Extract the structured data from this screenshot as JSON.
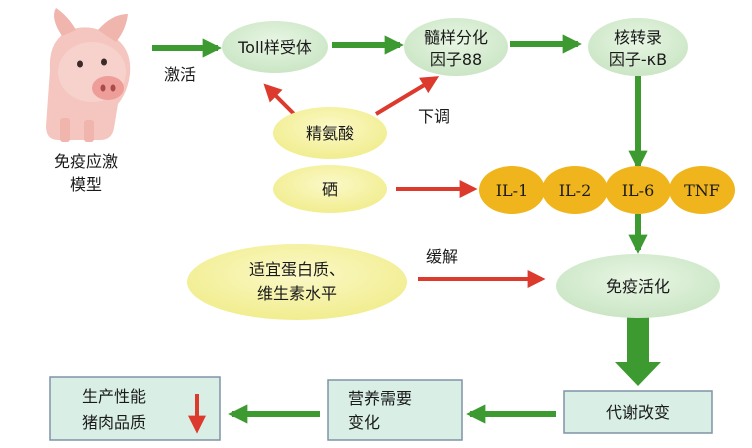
{
  "colors": {
    "ellipse_green": "#d5ecd0",
    "ellipse_yellow": "#f6f3a2",
    "circle_gold": "#f0b51c",
    "box_fill": "#d9efe6",
    "box_border": "#7f93a6",
    "arrow_green": "#3d9a31",
    "arrow_red": "#dd3a2e"
  },
  "icons": {
    "pig": "pig-image"
  },
  "labels": {
    "pig_caption_line1": "免疫应激",
    "pig_caption_line2": "模型",
    "activate": "激活",
    "downregulate": "下调",
    "alleviate": "缓解"
  },
  "nodes": {
    "toll": "Toll样受体",
    "myd88_line1": "髓样分化",
    "myd88_line2": "因子88",
    "nfkb_line1": "核转录",
    "nfkb_line2": "因子-κB",
    "arginine": "精氨酸",
    "selenium": "硒",
    "nutrition_line1": "适宜蛋白质、",
    "nutrition_line2": "维生素水平",
    "immune_activation": "免疫活化",
    "metabolism": "代谢改变",
    "nutrient_line1": "营养需要",
    "nutrient_line2": "变化",
    "performance_line1": "生产性能",
    "performance_line2": "猪肉品质"
  },
  "cytokines": [
    "IL-1",
    "IL-2",
    "IL-6",
    "TNF"
  ]
}
